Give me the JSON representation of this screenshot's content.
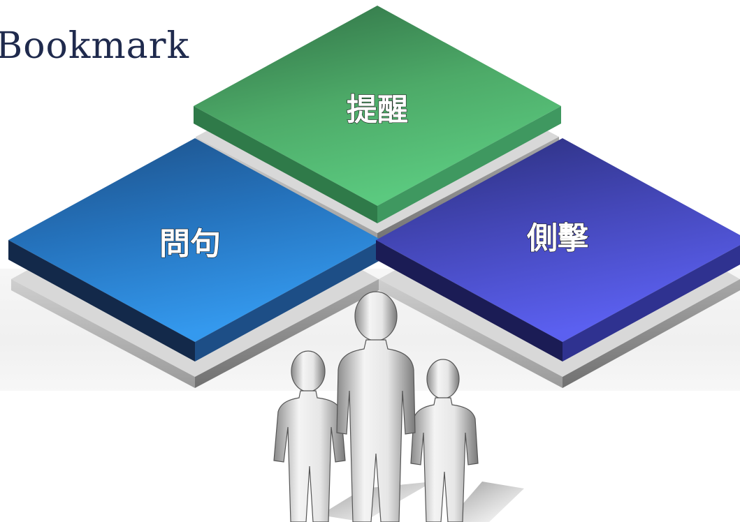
{
  "slide": {
    "title": "Bookmark"
  },
  "tiles": {
    "top": {
      "label": "提醒",
      "color": "#4fbf74"
    },
    "left": {
      "label": "問句",
      "color": "#2e86d9"
    },
    "right": {
      "label": "側擊",
      "color": "#4e53d6"
    }
  },
  "figures": {
    "icon": "three-people-icon",
    "count": 3
  }
}
